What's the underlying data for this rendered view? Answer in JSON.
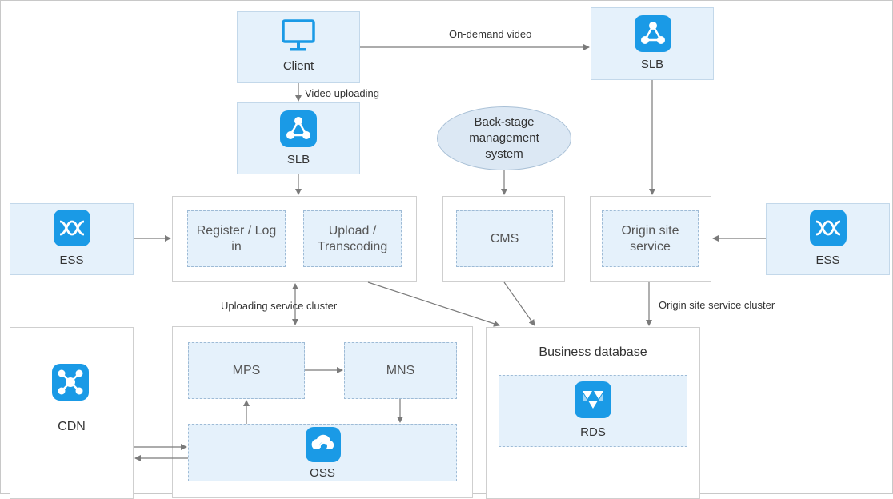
{
  "nodes": {
    "client": {
      "label": "Client",
      "icon": "monitor-icon"
    },
    "slb_top": {
      "label": "SLB",
      "icon": "slb-icon"
    },
    "slb_mid": {
      "label": "SLB",
      "icon": "slb-icon"
    },
    "ess_left": {
      "label": "ESS",
      "icon": "ess-icon"
    },
    "ess_right": {
      "label": "ESS",
      "icon": "ess-icon"
    },
    "cdn": {
      "label": "CDN",
      "icon": "cdn-icon"
    },
    "rds": {
      "label": "RDS",
      "icon": "rds-icon"
    },
    "oss": {
      "label": "OSS",
      "icon": "oss-icon"
    },
    "backstage": {
      "label": "Back-stage management system"
    }
  },
  "services": {
    "register": "Register / Log in",
    "upload": "Upload / Transcoding",
    "cms": "CMS",
    "origin": "Origin site service",
    "mps": "MPS",
    "mns": "MNS"
  },
  "clusters": {
    "business_db": "Business database"
  },
  "edges": {
    "on_demand": "On-demand video",
    "video_uploading": "Video uploading",
    "uploading_cluster": "Uploading service cluster",
    "origin_cluster": "Origin site service cluster"
  },
  "colors": {
    "icon_tile": "#1a9ae6",
    "node_fill": "#e5f1fb",
    "ellipse_fill": "#dce8f4",
    "arrow": "#7a7a7a"
  }
}
